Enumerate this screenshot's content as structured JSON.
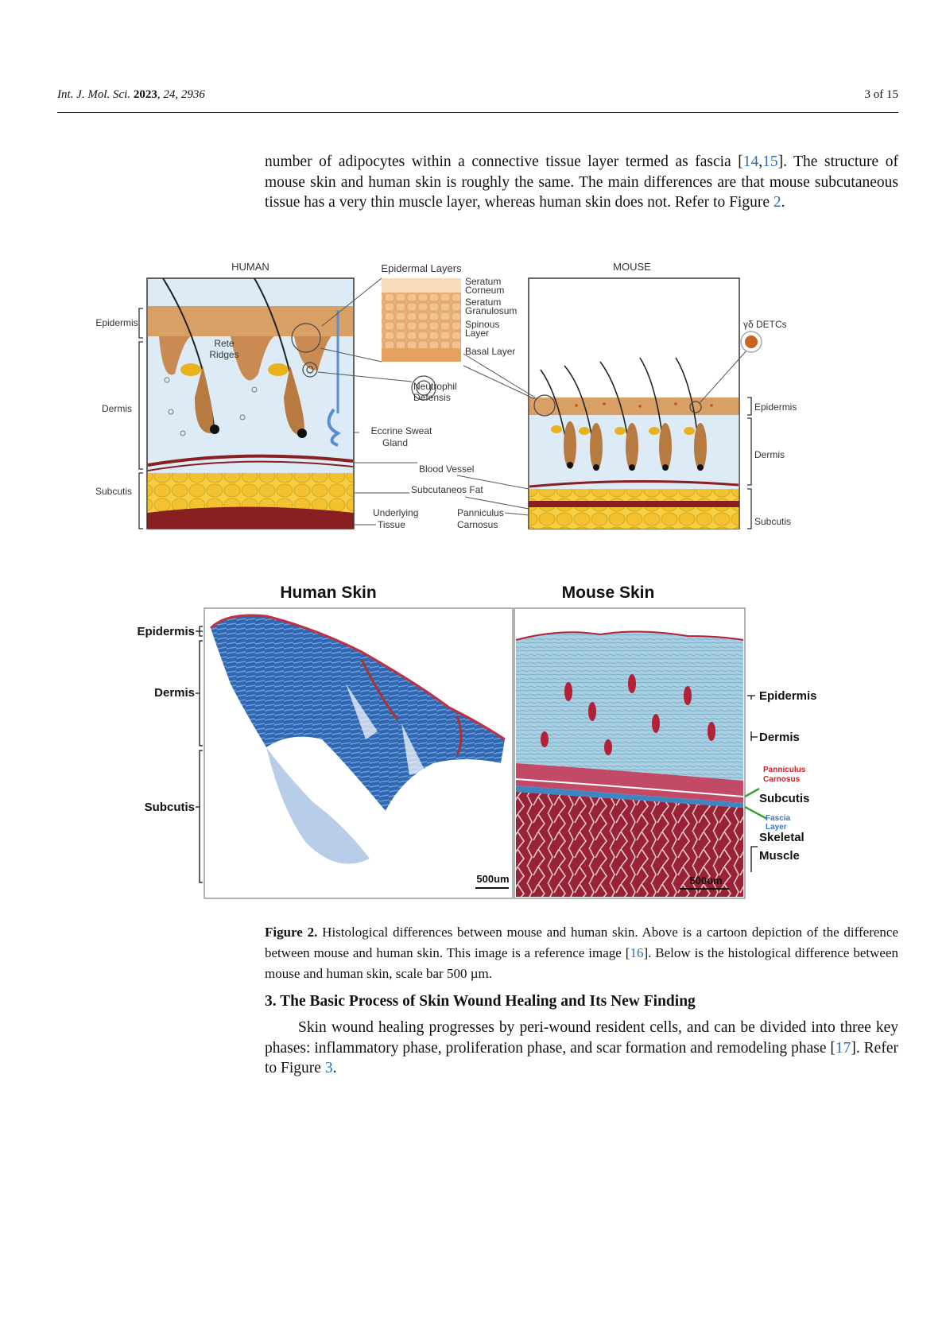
{
  "header": {
    "journal_prefix": "Int. J. Mol. Sci.",
    "year": "2023",
    "rest": ", 24, 2936",
    "page": "3 of 15"
  },
  "para1": {
    "part1": "number of adipocytes within a connective tissue layer termed as fascia [",
    "ref_a": "14",
    "sep": ",",
    "ref_b": "15",
    "part2": "]. The structure of mouse skin and human skin is roughly the same. The main differences are that mouse subcutaneous tissue has a very thin muscle layer, whereas human skin does not. Refer to Figure ",
    "ref_fig": "2",
    "end": "."
  },
  "figure": {
    "cartoon": {
      "human_title": "HUMAN",
      "mouse_title": "MOUSE",
      "epidermal_title": "Epidermal Layers",
      "layers": [
        "Seratum",
        "Corneum",
        "Seratum",
        "Granulosum",
        "Spinous",
        "Layer",
        "Basal Layer"
      ],
      "left_labels": {
        "epidermis": "Epidermis",
        "dermis": "Dermis",
        "subcutis": "Subcutis"
      },
      "rete_1": "Rete",
      "rete_2": "Ridges",
      "neutrophil_1": "Neutrophil",
      "neutrophil_2": "Defensis",
      "eccrine_1": "Eccrine Sweat",
      "eccrine_2": "Gland",
      "blood_vessel": "Blood Vessel",
      "subcutaneous_fat": "Subcutaneos Fat",
      "underlying_1": "Underlying",
      "underlying_2": "Tissue",
      "panniculus_1": "Panniculus",
      "panniculus_2": "Carnosus",
      "detc": "γδ DETCs",
      "right_labels": {
        "epidermis": "Epidermis",
        "dermis": "Dermis",
        "subcutis": "Subcutis"
      }
    },
    "histology": {
      "human_title": "Human Skin",
      "mouse_title": "Mouse Skin",
      "human_labels": {
        "epidermis": "Epidermis",
        "dermis": "Dermis",
        "subcutis": "Subcutis"
      },
      "mouse_labels": {
        "epidermis": "Epidermis",
        "dermis": "Dermis",
        "panniculus_1": "Panniculus",
        "panniculus_2": "Carnosus",
        "subcutis": "Subcutis",
        "fascia_1": "Fascia",
        "fascia_2": "Layer",
        "skeletal_1": "Skeletal",
        "skeletal_2": "Muscle"
      },
      "scale_human": "500um",
      "scale_mouse": "500um"
    }
  },
  "caption": {
    "label": "Figure 2.",
    "part1": " Histological differences between mouse and human skin. Above is a cartoon depiction of the difference between mouse and human skin. This image is a reference image [",
    "ref": "16",
    "part2": "]. Below is the histological difference between mouse and human skin, scale bar 500 µm."
  },
  "section": {
    "heading": "3. The Basic Process of Skin Wound Healing and Its New Finding"
  },
  "para2": {
    "part1": "Skin wound healing progresses by peri-wound resident cells, and can be divided into three key phases: inflammatory phase, proliferation phase, and scar formation and remodeling phase [",
    "ref": "17",
    "part2": "]. Refer to Figure ",
    "ref_fig": "3",
    "end": "."
  },
  "colors": {
    "link": "#2f6db5",
    "epidermis": "#d9a066",
    "dermis": "#dcebf5",
    "fat": "#f2c230",
    "muscle": "#8a1f22",
    "stain_blue": "#2b63b0",
    "stain_red": "#9c2136",
    "red_label": "#d0202a",
    "blue_label": "#3a78c9",
    "green_line": "#3aa33a"
  }
}
